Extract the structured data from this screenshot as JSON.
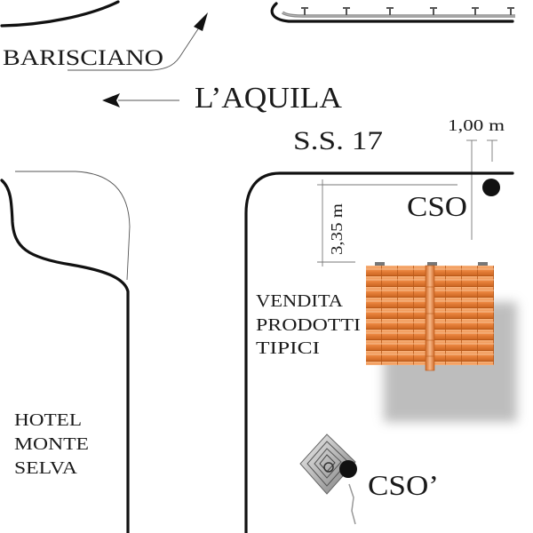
{
  "map": {
    "labels": {
      "barisciano": "BARISCIANO",
      "laquila": "L’AQUILA",
      "road_name": "S.S. 17",
      "dim_horizontal": "1,00 m",
      "dim_vertical": "3,35 m",
      "cso": "CSO",
      "cso_prime": "CSO’",
      "shop_line1": "VENDITA",
      "shop_line2": "PRODOTTI",
      "shop_line3": "TIPICI",
      "hotel_line1": "HOTEL",
      "hotel_line2": "MONTE",
      "hotel_line3": "SELVA"
    },
    "colors": {
      "roof": "#e8803a",
      "roof_dark": "#c65f20",
      "roof_light": "#f6b07a",
      "marker": "#111111",
      "road": "#111111"
    },
    "icons": {
      "cso_marker": "filled-circle",
      "cso_prime_marker": "antenna-pyramid-with-circle",
      "arrow_barisciano": "curved-arrow-up-right",
      "arrow_laquila": "arrow-left"
    }
  }
}
